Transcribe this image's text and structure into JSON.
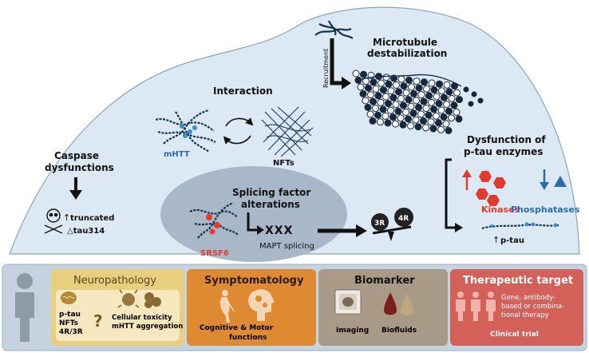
{
  "top": {
    "microtubule_title_1": "Microtubule",
    "microtubule_title_2": "destabilization",
    "recruitment": "Recruitment",
    "interaction": "Interaction",
    "mhtt": "mHTT",
    "nfts": "NFTs",
    "caspase_1": "Caspase",
    "caspase_2": "dysfunctions",
    "truncated_1": "truncated",
    "truncated_2": "△tau314",
    "splicing_1": "Splicing factor",
    "splicing_2": "alterations",
    "srsf6": "SRSF6",
    "xxx": "XXX",
    "mapt": "MAPT splicing",
    "iso_3r": "3R",
    "iso_4r": "4R",
    "enzymes_1": "Dysfunction of",
    "enzymes_2": "p-tau enzymes",
    "kinases": "Kinases",
    "phosphatases": "Phosphatases",
    "ptau": "p-tau"
  },
  "bottom": {
    "neuropathology": {
      "title": "Neuropathology",
      "l1": "p-tau",
      "l2": "NFTs",
      "l3": "4R/3R",
      "q": "?",
      "tox1": "Cellular toxicity",
      "tox2": "mHTT aggregation"
    },
    "symptomatology": {
      "title": "Symptomatology",
      "l1": "Cognitive & Motor",
      "l2": "functions"
    },
    "biomarker": {
      "title": "Biomarker",
      "imaging": "Imaging",
      "biofluids": "Biofluids"
    },
    "therapeutic": {
      "title": "Therapeutic target",
      "l1": "Gene, antibody-",
      "l2": "based or combina-",
      "l3": "tional therapy",
      "trial": "Clinical trial"
    }
  },
  "colors": {
    "blob": "#dce9f5",
    "splicing": "#a9b8c8",
    "bottom_bg": "#c5d2df",
    "neuro": "#e8cf7e",
    "symptom": "#de8a33",
    "biomarker": "#a89a86",
    "therapeutic": "#d4605a",
    "red": "#e03b2f",
    "blue": "#3a70a6"
  }
}
